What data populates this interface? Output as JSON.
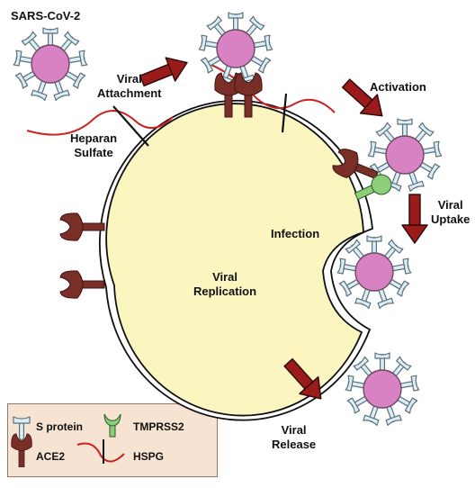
{
  "title": "SARS-CoV-2",
  "labels": {
    "viral_attachment": [
      "Viral",
      "Attachment"
    ],
    "heparan_sulfate": [
      "Heparan",
      "Sulfate"
    ],
    "activation": "Activation",
    "viral_uptake": [
      "Viral",
      "Uptake"
    ],
    "infection": "Infection",
    "viral_replication": [
      "Viral",
      "Replication"
    ],
    "viral_release": [
      "Viral",
      "Release"
    ]
  },
  "legend": {
    "s_protein": "S protein",
    "tmprss2": "TMPRSS2",
    "ace2": "ACE2",
    "hspg": "HSPG"
  },
  "colors": {
    "cell_fill": "#fbf6c0",
    "virus_core": "#d882c4",
    "spike": "#d9eef7",
    "ace2": "#7a2e28",
    "tmprss2": "#8ccf7a",
    "hspg": "#cc2222",
    "arrow": "#9b1b1b",
    "legend_bg": "#f6e3d2"
  }
}
